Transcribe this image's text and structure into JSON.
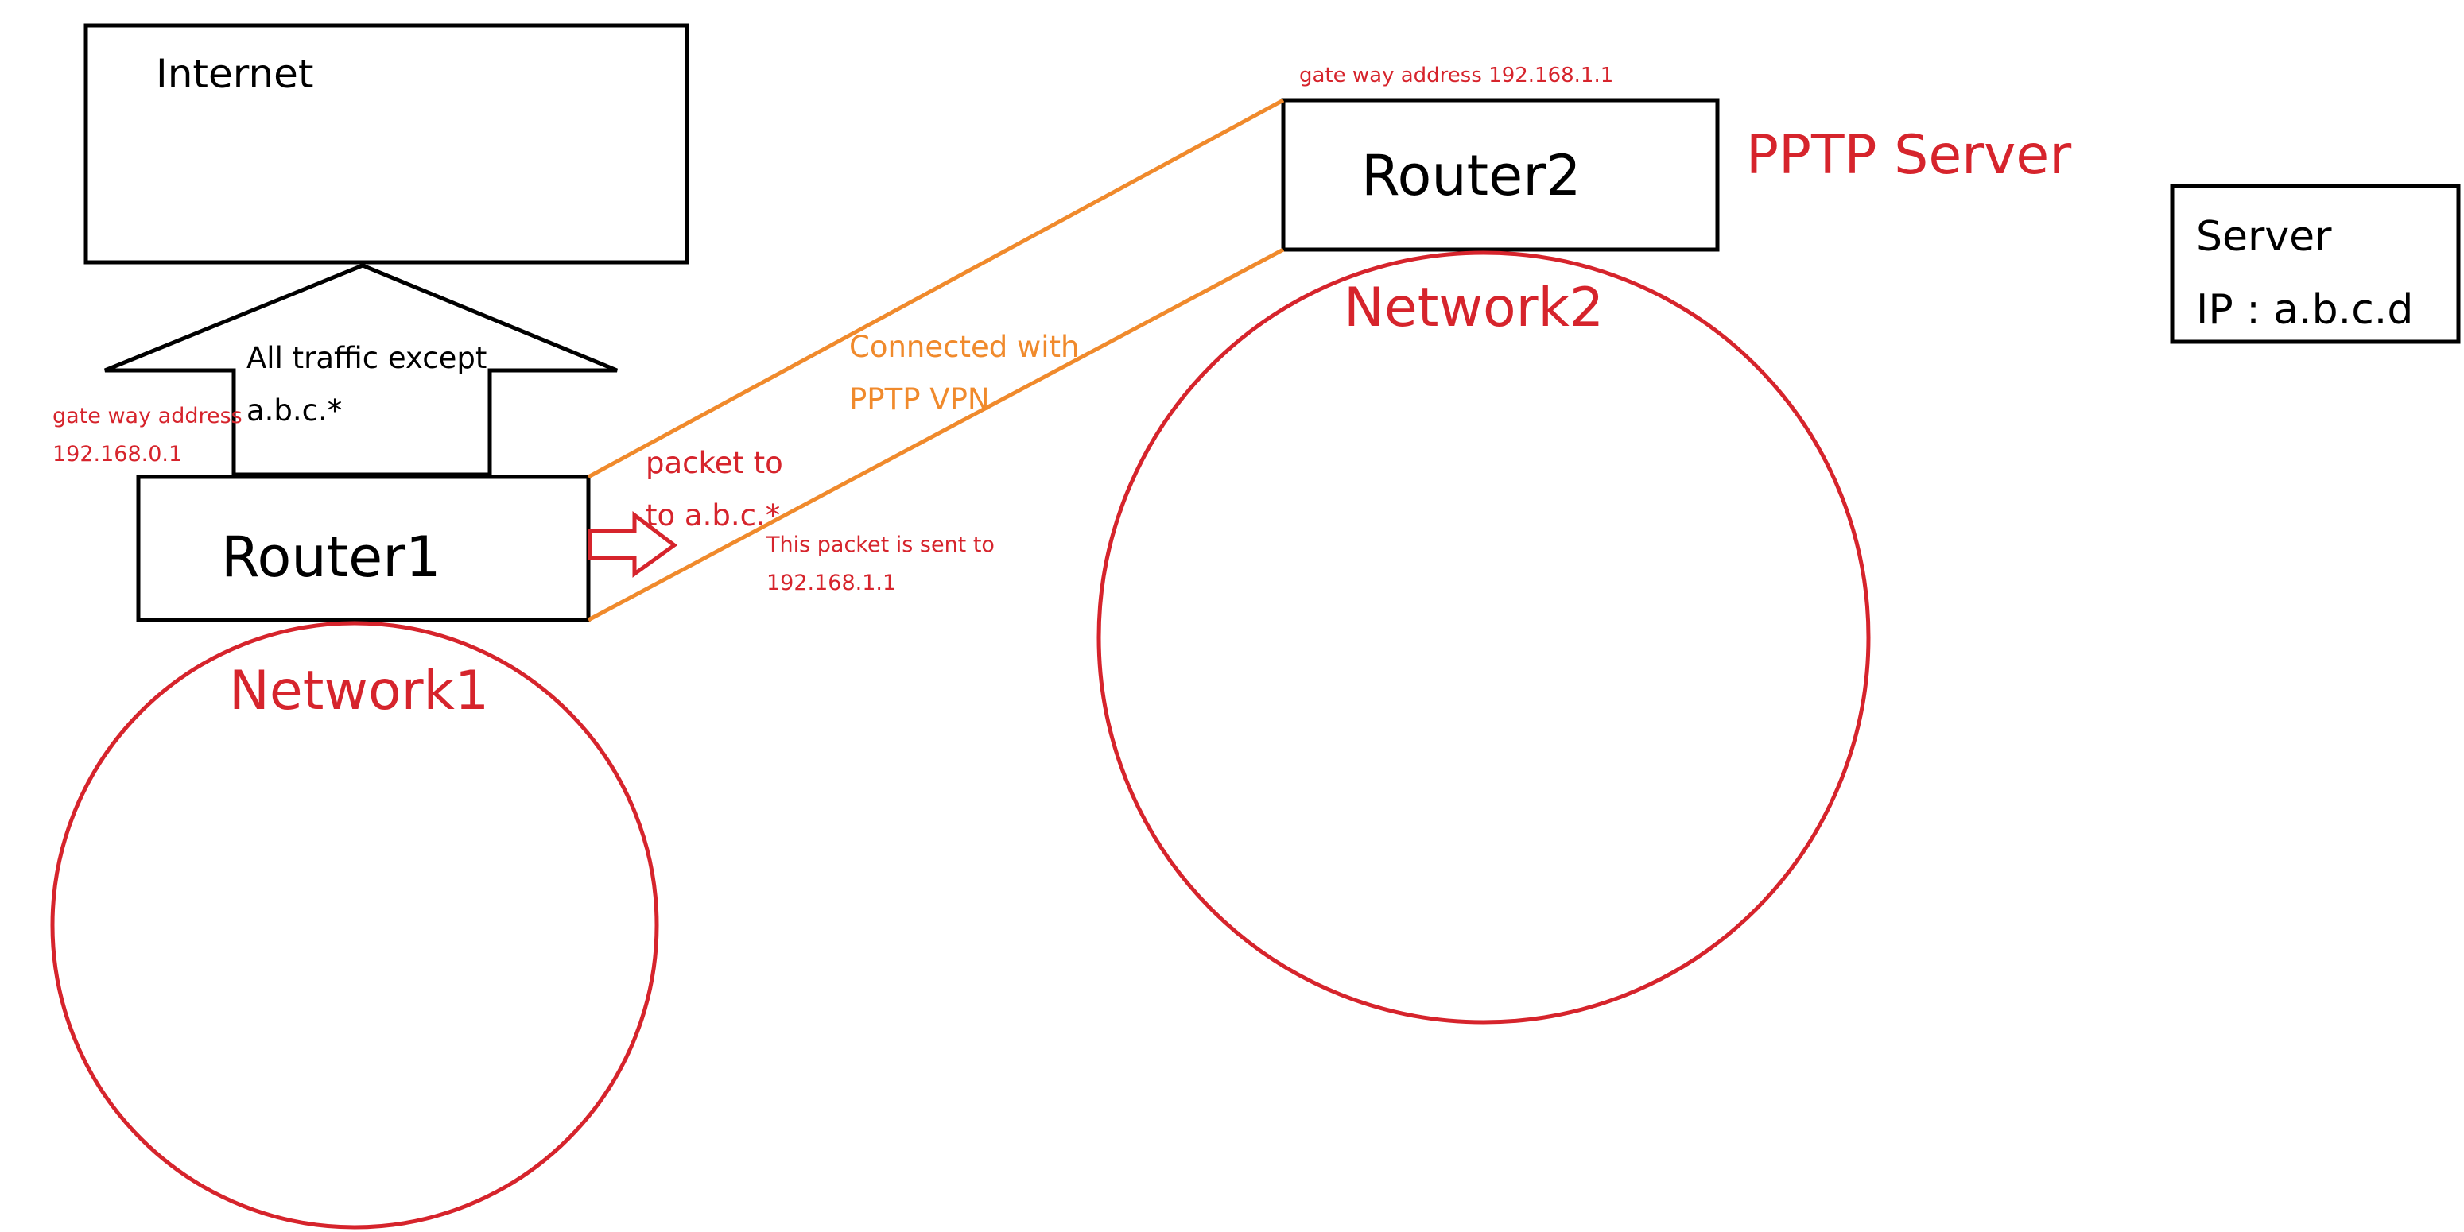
{
  "colors": {
    "black": "#000000",
    "red": "#d6242c",
    "orange": "#f08a2c",
    "background": "#ffffff"
  },
  "internet": {
    "label": "Internet"
  },
  "router1": {
    "label": "Router1",
    "gateway_line1": "gate way address",
    "gateway_line2": "192.168.0.1"
  },
  "router2": {
    "label": "Router2",
    "gateway_label": "gate way address 192.168.1.1",
    "role_label": "PPTP Server"
  },
  "network1": {
    "label": "Network1"
  },
  "network2": {
    "label": "Network2"
  },
  "traffic_arrow": {
    "line1": "All traffic except",
    "line2": "a.b.c.*"
  },
  "vpn_link": {
    "line1": "Connected with",
    "line2": "PPTP VPN"
  },
  "packet_note": {
    "line1": "packet to",
    "line2": "to a.b.c.*",
    "sent_line1": "This packet is sent to",
    "sent_line2": "192.168.1.1"
  },
  "server": {
    "line1": "Server",
    "line2": "IP : a.b.c.d"
  }
}
